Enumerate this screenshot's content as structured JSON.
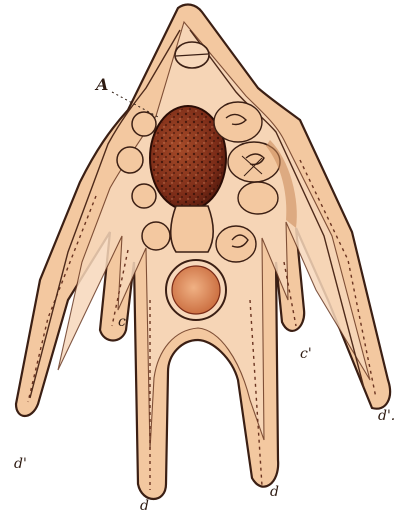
{
  "figure": {
    "labels": {
      "a": "A",
      "d_left": "d",
      "d_right": "d",
      "d_prime_left": "d'",
      "d_prime_right": "d'.",
      "c_prime_left": "c'",
      "c_prime_right": "c'"
    },
    "colors": {
      "background": "#ffffff",
      "tissue_fill": "#f3c8a0",
      "tissue_inner": "#f7d8bb",
      "outline": "#3b1f14",
      "stomach": "#7a2b17",
      "stomach_dark": "#4a160b",
      "shadow": "#c98655"
    }
  }
}
